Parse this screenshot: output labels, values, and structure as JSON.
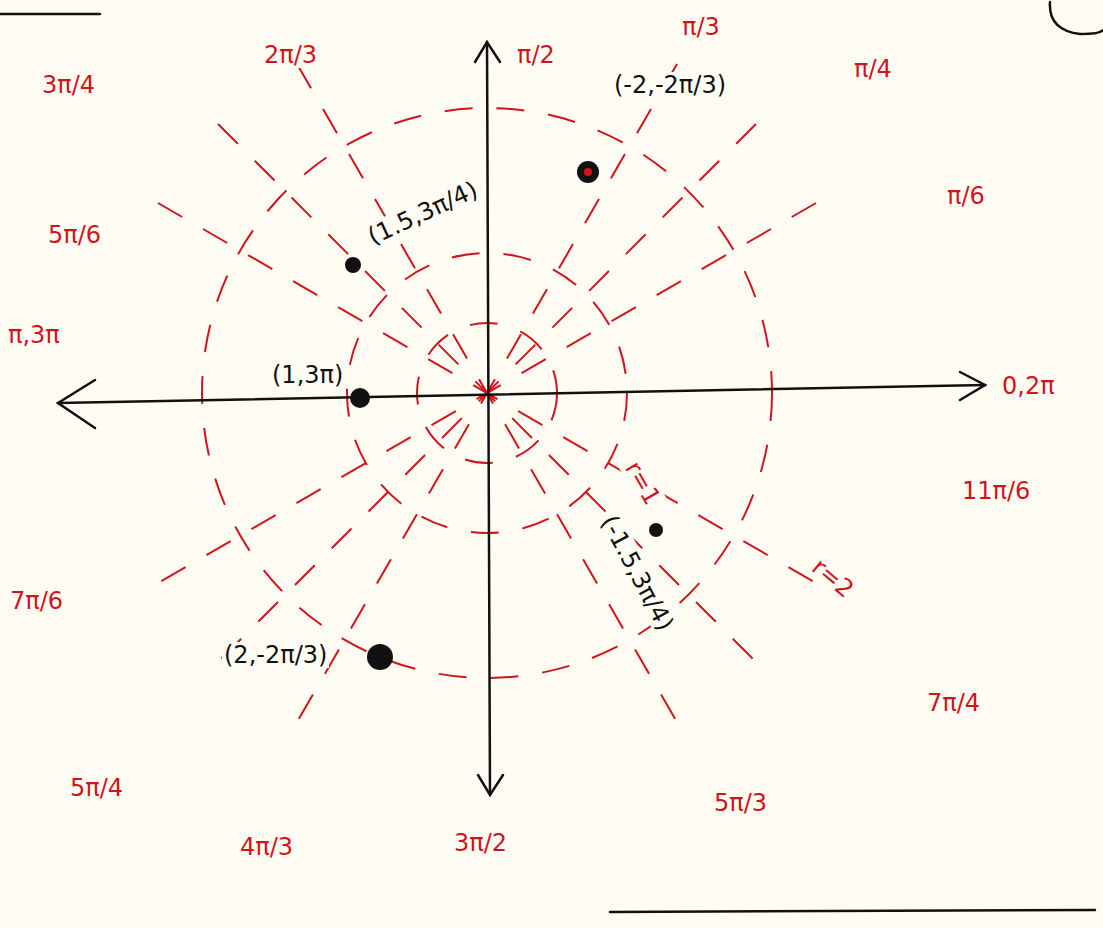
{
  "diagram": {
    "labels": [
      "2π/3",
      "π/2",
      "π/3",
      "π/4",
      "3π/4",
      "π/6",
      "5π/6",
      "π,3π",
      "0,2π",
      "11π/6",
      "7π/6",
      "7π/4",
      "5π/4",
      "5π/3",
      "4π/3",
      "3π/2",
      "r=1",
      "r=2",
      "(-2,-2π/3)",
      "(1.5,3π/4)",
      "(1,3π)",
      "(-1.5,3π/4)",
      "(2,-2π/3)"
    ]
  }
}
